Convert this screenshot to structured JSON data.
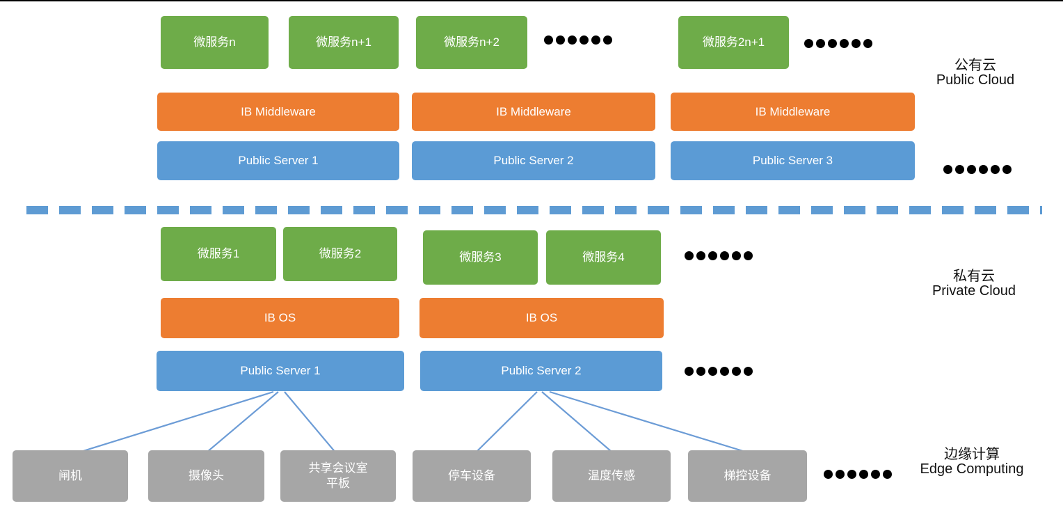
{
  "colors": {
    "green": "#6EAC49",
    "orange": "#ED7D31",
    "blue": "#5B9BD5",
    "gray": "#A6A6A6",
    "divider_blue": "#5E9BD3",
    "connector_blue": "#6C9CD6",
    "dot_black": "#000000",
    "label_text": "#111111",
    "box_text": "#FFFFFF"
  },
  "public_cloud": {
    "label": "公有云\nPublic Cloud",
    "microservices": [
      "微服务n",
      "微服务n+1",
      "微服务n+2",
      "微服务2n+1"
    ],
    "middleware": [
      "IB Middleware",
      "IB Middleware",
      "IB Middleware"
    ],
    "servers": [
      "Public Server 1",
      "Public Server 2",
      "Public Server 3"
    ]
  },
  "private_cloud": {
    "label": "私有云\nPrivate Cloud",
    "microservices": [
      "微服务1",
      "微服务2",
      "微服务3",
      "微服务4"
    ],
    "os": [
      "IB OS",
      "IB OS"
    ],
    "servers": [
      "Public Server 1",
      "Public Server 2"
    ]
  },
  "edge_computing": {
    "label": "边缘计算\nEdge Computing",
    "devices": [
      "闸机",
      "摄像头",
      "共享会议室\n平板",
      "停车设备",
      "温度传感",
      "梯控设备"
    ]
  }
}
